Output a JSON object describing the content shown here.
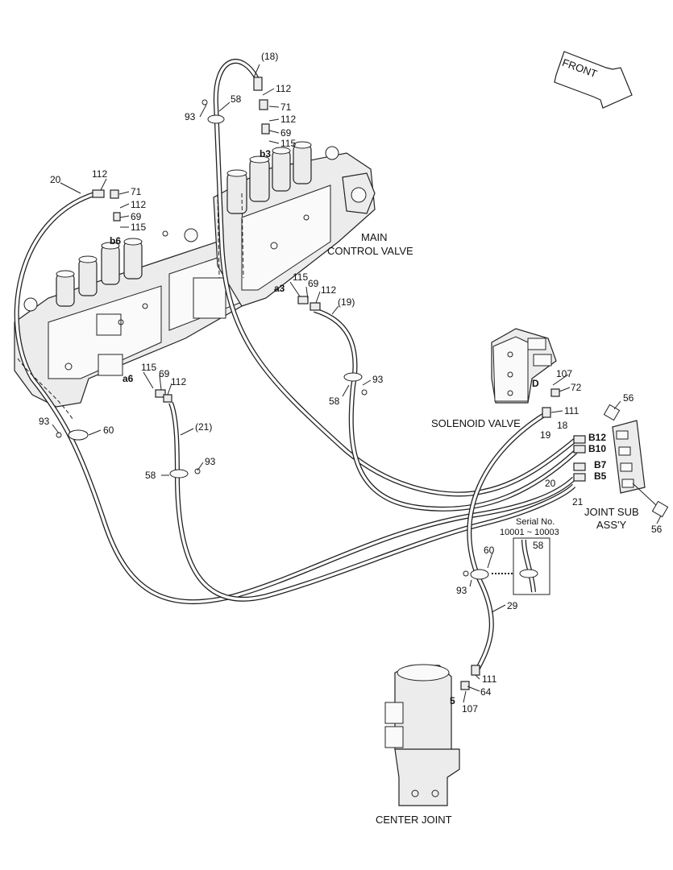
{
  "components": {
    "main_control_valve": "MAIN\nCONTROL VALVE",
    "solenoid_valve": "SOLENOID VALVE",
    "joint_sub_assy": "JOINT SUB\nASS'Y",
    "center_joint": "CENTER JOINT",
    "front_arrow": "FRONT"
  },
  "serial_note": {
    "line1": "Serial No.",
    "line2": "10001 ~ 10003",
    "part": "58"
  },
  "ports": {
    "a3": "a3",
    "a6": "a6",
    "b3": "b3",
    "b6": "b6",
    "D": "D",
    "B12": "B12",
    "B10": "B10",
    "B7": "B7",
    "B5": "B5",
    "p5": "5"
  },
  "part_labels": {
    "p18": "(18)",
    "p112_top": "112",
    "p71_top": "71",
    "p112_top2": "112",
    "p69_top": "69",
    "p115_top": "115",
    "p93_top": "93",
    "p58_top": "58",
    "p20_left": "20",
    "p112_left": "112",
    "p71_left": "71",
    "p112_left2": "112",
    "p69_left": "69",
    "p115_left": "115",
    "p115_a3": "115",
    "p69_a3": "69",
    "p112_a3": "112",
    "p19": "(19)",
    "p93_mid": "93",
    "p58_mid": "58",
    "p115_a6": "115",
    "p69_a6": "69",
    "p112_a6": "112",
    "p21": "(21)",
    "p93_a6": "93",
    "p58_a6": "58",
    "p93_left": "93",
    "p60_left": "60",
    "p107_sol": "107",
    "p72_sol": "72",
    "p111_sol": "111",
    "p56_top": "56",
    "p56_bot": "56",
    "p18_r": "18",
    "p19_r": "19",
    "p20_r": "20",
    "p21_r": "21",
    "p60_r": "60",
    "p93_r": "93",
    "p29": "29",
    "p111_cj": "111",
    "p64_cj": "64",
    "p107_cj": "107"
  }
}
